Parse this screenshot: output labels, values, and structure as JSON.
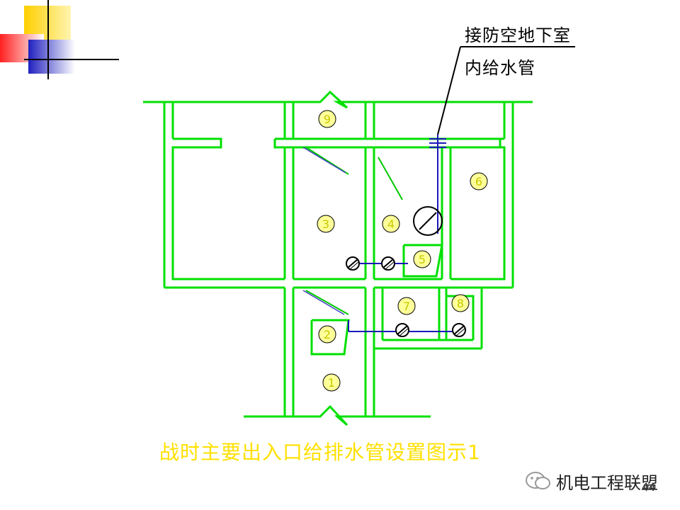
{
  "annotation": {
    "line1": "接防空地下室",
    "line2": "内给水管"
  },
  "title": "战时主要出入口给排水管设置图示1",
  "watermark": "机电工程联盟",
  "page_number": "44",
  "rooms": [
    "1",
    "2",
    "3",
    "4",
    "5",
    "6",
    "7",
    "8",
    "9"
  ],
  "colors": {
    "wall": "#00e000",
    "pipe": "#1a1ab8",
    "title": "#ffe000",
    "room_circle": "#ffff99"
  }
}
